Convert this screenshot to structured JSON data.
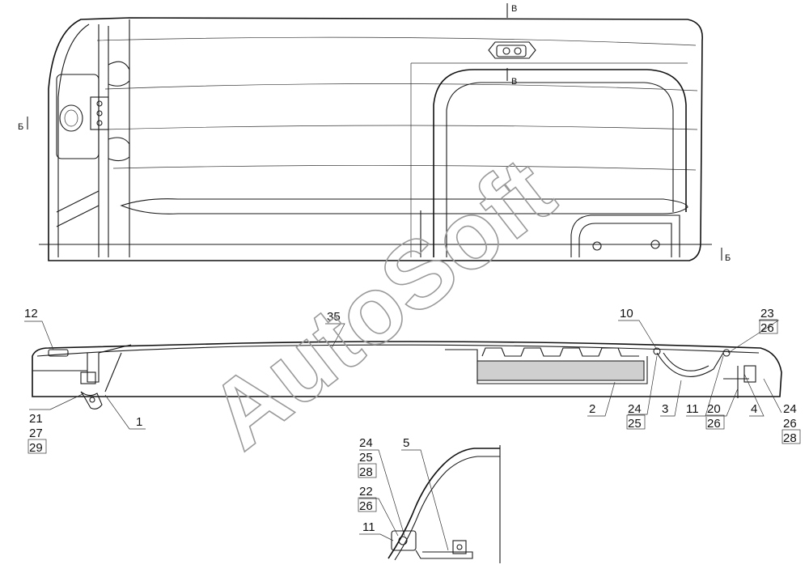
{
  "section_marks": {
    "top": "В",
    "mid": "В",
    "left": "Б",
    "right": "Б"
  },
  "watermark": "AutoSoft",
  "callouts": {
    "c12": "12",
    "c35": "35",
    "c10": "10",
    "c23": "23",
    "c26a": "26",
    "c21": "21",
    "c27": "27",
    "c29": "29",
    "c1": "1",
    "c2": "2",
    "c24a": "24",
    "c25a": "25",
    "c3": "3",
    "c11a": "11",
    "c20": "20",
    "c26b": "26",
    "c4": "4",
    "c24b": "24",
    "c26c": "26",
    "c28a": "28",
    "c5": "5",
    "c24c": "24",
    "c25b": "25",
    "c28b": "28",
    "c22": "22",
    "c26d": "26",
    "c11b": "11"
  }
}
